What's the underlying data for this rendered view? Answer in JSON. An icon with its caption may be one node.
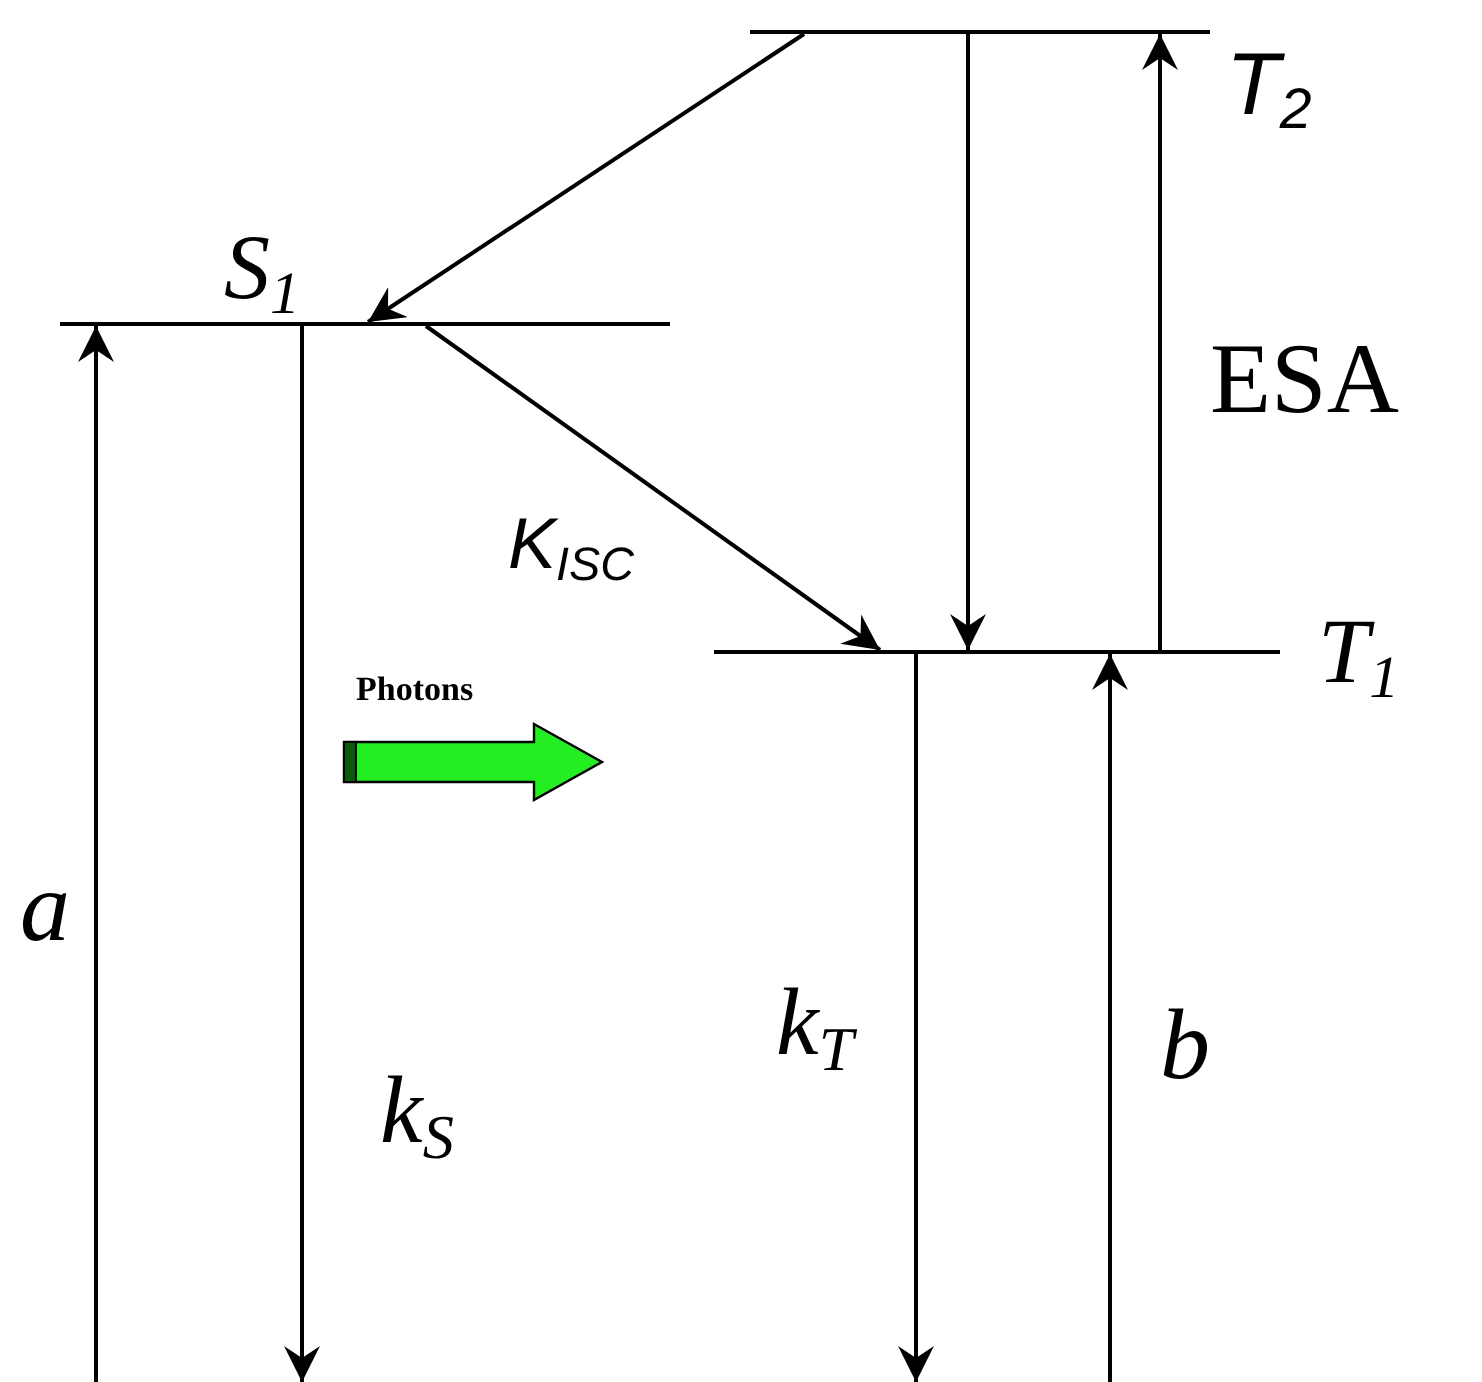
{
  "diagram": {
    "nodes": [
      {
        "text": [
          "T$_{2}$"
        ]
      },
      {
        "text": [
          "S$_{1}$"
        ]
      },
      {
        "text": [
          "T$_{1}$"
        ]
      }
    ],
    "edges": [
      {
        "from": 0,
        "to": 1,
        "arrow": "to"
      },
      {
        "from": 1,
        "to": 2,
        "arrow": "to",
        "label": "K$_{ISC}$"
      },
      {
        "from": 0,
        "to": 2,
        "arrow": "to"
      },
      {
        "from": 2,
        "to": 0,
        "arrow": "to",
        "label": "ESA"
      },
      {
        "from": null,
        "to": 1,
        "arrow": "to",
        "label": "a"
      },
      {
        "from": 1,
        "to": null,
        "arrow": "to",
        "label": "k$_{S}$"
      },
      {
        "from": 2,
        "to": null,
        "arrow": "to",
        "label": "k$_{T}$"
      },
      {
        "from": null,
        "to": 2,
        "arrow": "to",
        "label": "b"
      }
    ],
    "labels": [
      "Photons"
    ]
  }
}
